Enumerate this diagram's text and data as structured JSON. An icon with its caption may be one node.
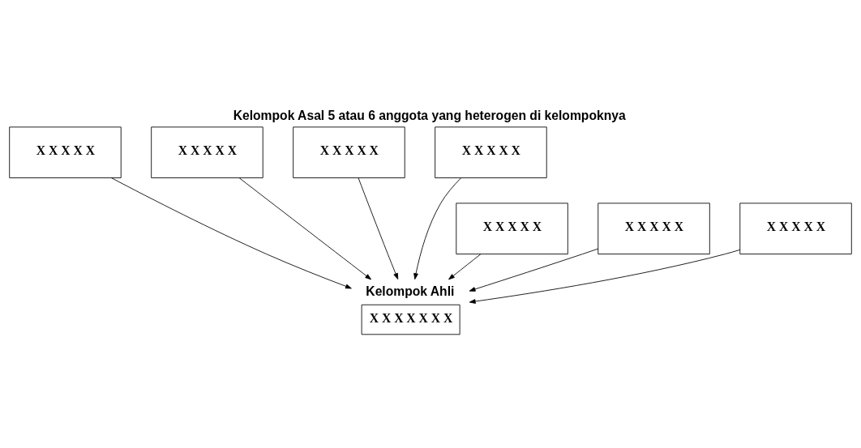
{
  "diagram": {
    "title": "Kelompok Asal 5 atau 6 anggota yang heterogen di kelompoknya",
    "nodes": [
      {
        "text": [
          "X X X X X"
        ]
      },
      {
        "text": [
          "X X X X X"
        ]
      },
      {
        "text": [
          "X X X X X"
        ]
      },
      {
        "text": [
          "X X X X X"
        ]
      },
      {
        "text": [
          "X X X X X"
        ]
      },
      {
        "text": [
          "X X X X X"
        ]
      },
      {
        "text": [
          "X X X X X"
        ]
      },
      {
        "text": [
          "Kelompok Ahli",
          "X X X X X X X"
        ]
      }
    ],
    "edges": [
      {
        "from": 0,
        "to": 7,
        "arrow": "to"
      },
      {
        "from": 1,
        "to": 7,
        "arrow": "to"
      },
      {
        "from": 2,
        "to": 7,
        "arrow": "to"
      },
      {
        "from": 3,
        "to": 7,
        "arrow": "to"
      },
      {
        "from": 4,
        "to": 7,
        "arrow": "to"
      },
      {
        "from": 5,
        "to": 7,
        "arrow": "to"
      },
      {
        "from": 6,
        "to": 7,
        "arrow": "to"
      }
    ]
  }
}
